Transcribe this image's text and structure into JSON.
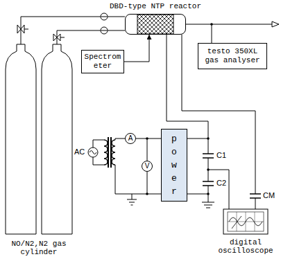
{
  "diagram": {
    "nodes": [
      {
        "text": [
          "DBD-type NTP reactor"
        ]
      },
      {
        "text": [
          "Spectrom eter"
        ]
      },
      {
        "text": [
          "testo 350XL gas analyser"
        ]
      },
      {
        "text": [
          "power"
        ]
      },
      {
        "text": [
          "digital oscilloscope"
        ]
      },
      {
        "text": [
          "NO/N2,N2 gas cylinder"
        ]
      },
      {
        "text": [
          "A"
        ]
      },
      {
        "text": [
          "V"
        ]
      }
    ],
    "edges": [
      {
        "from": 5,
        "to": 0,
        "arrow": "none"
      },
      {
        "from": 5,
        "to": 0,
        "arrow": "none"
      },
      {
        "from": 1,
        "to": 0,
        "arrow": "to"
      },
      {
        "from": 0,
        "to": 2,
        "arrow": "none"
      },
      {
        "from": 6,
        "to": 3,
        "arrow": "none"
      }
    ],
    "labels": [
      "AC",
      "C1",
      "C2",
      "CM"
    ]
  }
}
